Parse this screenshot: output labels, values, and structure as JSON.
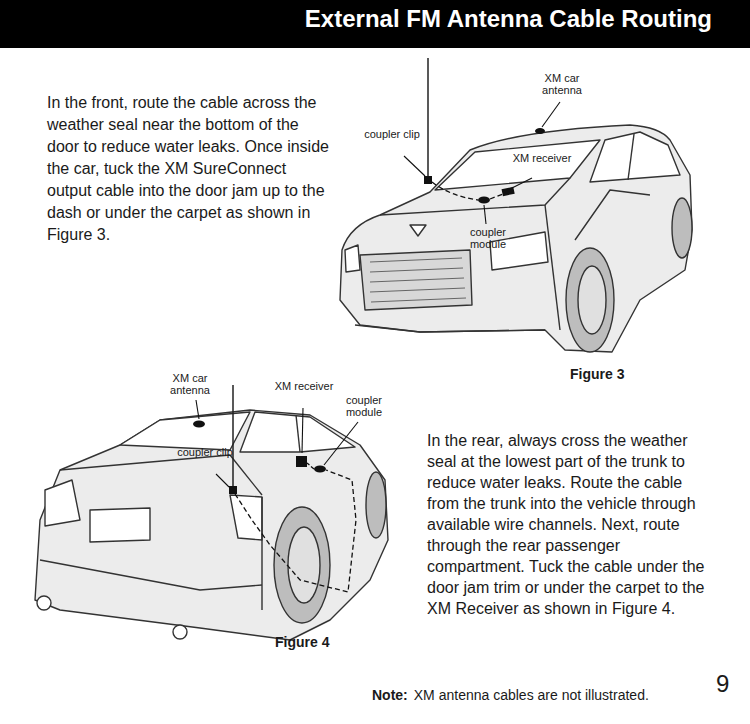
{
  "diagram": {
    "title": "External FM Antenna Cable Routing",
    "labels": [
      "In the front, route the cable across the weather seal near the bottom of the door to reduce water leaks. Once inside the car, tuck the XM SureConnect output cable into the door jam up to the dash or under the carpet as shown in Figure 3.",
      "XM car antenna",
      "coupler clip",
      "XM receiver",
      "coupler module",
      "Figure 3",
      "XM car antenna",
      "XM receiver",
      "coupler module",
      "coupler clip",
      "In the rear,  always cross the weather seal at the lowest part of the trunk to reduce water leaks. Route the cable from the trunk into the vehicle through available wire channels. Next, route through the rear passenger compartment. Tuck the cable under the door jam trim or under the carpet to the XM Receiver as shown in Figure 4.",
      "Figure 4",
      "Note:",
      "XM antenna cables are not illustrated.",
      "9"
    ]
  }
}
